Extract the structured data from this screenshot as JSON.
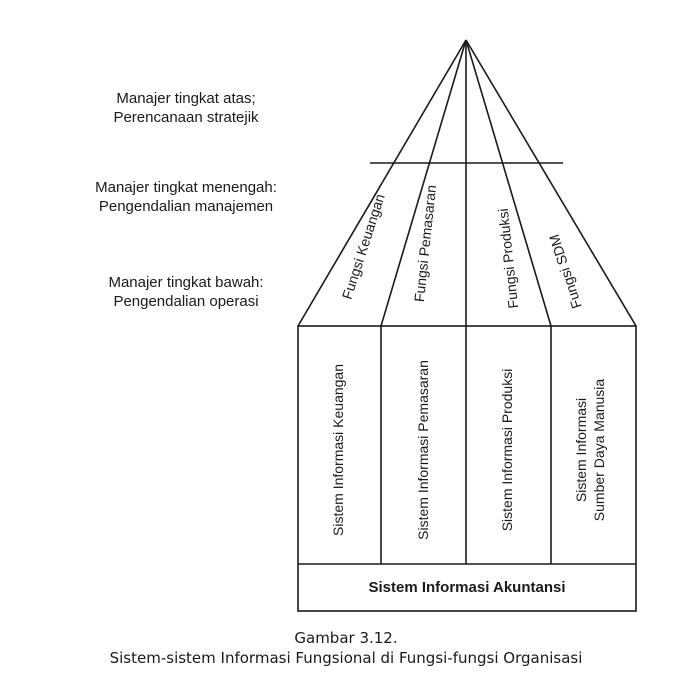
{
  "levels": {
    "top": {
      "line1": "Manajer tingkat atas;",
      "line2": "Perencanaan stratejik"
    },
    "middle": {
      "line1": "Manajer tingkat menengah:",
      "line2": "Pengendalian manajemen"
    },
    "bottom": {
      "line1": "Manajer tingkat bawah:",
      "line2": "Pengendalian operasi"
    }
  },
  "functions": [
    "Fungsi Keuangan",
    "Fungsi Pemasaran",
    "Fungsi Produksi",
    "Fungsi SDM"
  ],
  "systems": [
    {
      "line1": "Sistem Informasi Keuangan",
      "line2": ""
    },
    {
      "line1": "Sistem Informasi Pemasaran",
      "line2": ""
    },
    {
      "line1": "Sistem Informasi Produksi",
      "line2": ""
    },
    {
      "line1": "Sistem Informasi",
      "line2": "Sumber Daya Manusia"
    }
  ],
  "base_label": "Sistem Informasi Akuntansi",
  "caption": {
    "line1": "Gambar 3.12.",
    "line2": "Sistem-sistem Informasi Fungsional di Fungsi-fungsi Organisasi"
  }
}
